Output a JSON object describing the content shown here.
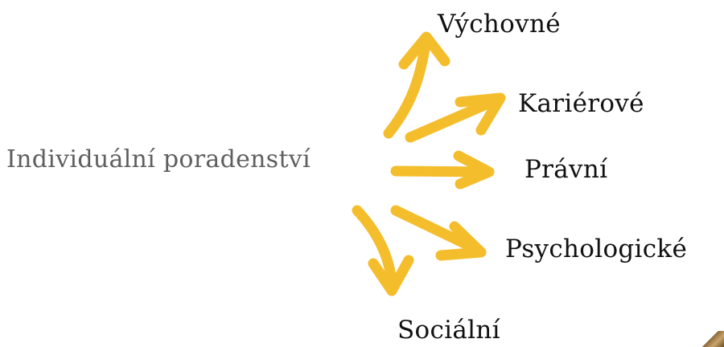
{
  "diagram": {
    "source": "Individuální poradenství",
    "targets": [
      "Výchovné",
      "Kariérové",
      "Právní",
      "Psychologické",
      "Sociální"
    ],
    "arrow_color": "#F4BD2C",
    "source_color": "#5F5F5F",
    "target_color": "#111111"
  }
}
